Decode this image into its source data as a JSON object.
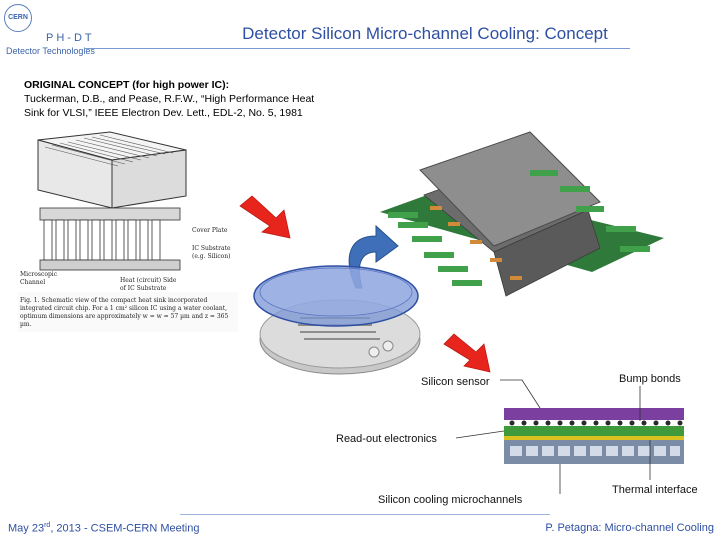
{
  "logo": {
    "badge": "CERN",
    "group": "PH-DT",
    "subtitle": "Detector Technologies"
  },
  "header": {
    "title": "Detector Silicon Micro-channel Cooling: Concept"
  },
  "concept": {
    "line1": "ORIGINAL CONCEPT (for high power IC):",
    "line2": "Tuckerman, D.B., and Pease, R.F.W., “High Performance Heat",
    "line3": "Sink for VLSI,” IEEE Electron Dev. Lett., EDL-2, No. 5, 1981"
  },
  "figure_labels": {
    "silicon_sensor": "Silicon sensor",
    "bump_bonds": "Bump bonds",
    "readout": "Read-out electronics",
    "thermal_interface": "Thermal interface",
    "cooling_channels": "Silicon cooling microchannels"
  },
  "footer": {
    "left_prefix": "May 23",
    "left_sup": "rd",
    "left_suffix": ", 2013  -  CSEM-CERN Meeting",
    "right": "P. Petagna:  Micro-channel Cooling"
  },
  "colors": {
    "title": "#2e4fa3",
    "arrow": "#e8251c",
    "sensor": "#7b3fa0",
    "readout": "#3e9a3a",
    "thermal": "#d9c21f",
    "substrate": "#7a8ca6"
  }
}
